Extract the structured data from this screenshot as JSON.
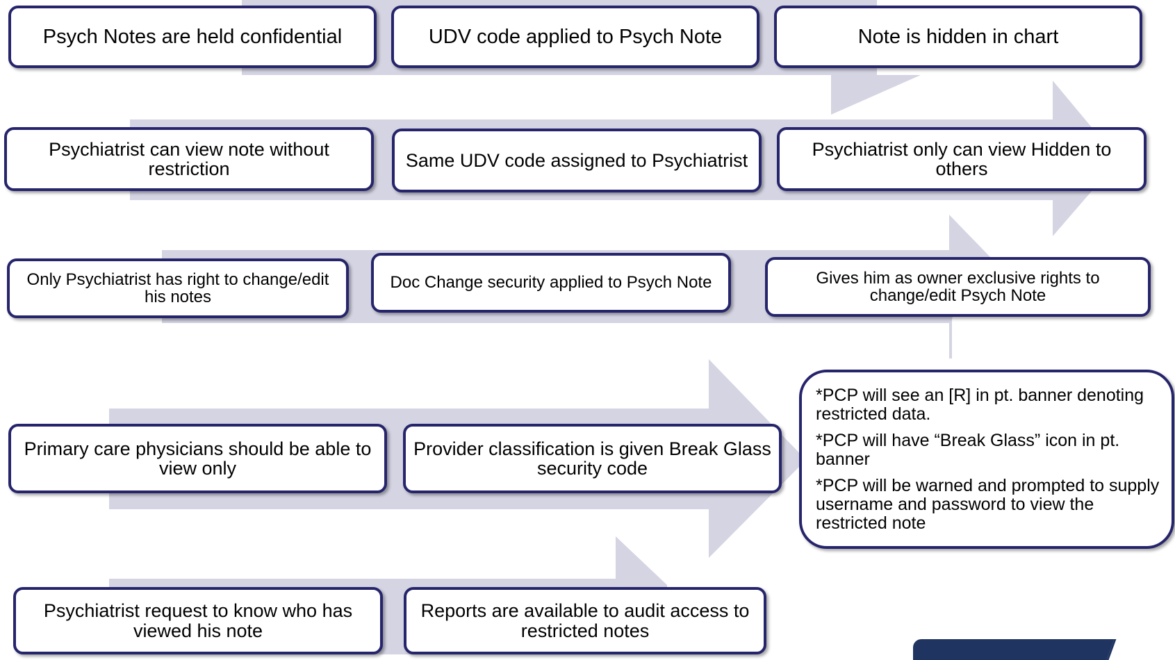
{
  "colors": {
    "arrow": "#d4d4e3",
    "box_border": "#26246b",
    "logo": "#1f3460"
  },
  "rows": [
    {
      "id": "confidentiality",
      "boxes": [
        "Psych Notes are held confidential",
        "UDV code applied to Psych Note",
        "Note is hidden in chart"
      ]
    },
    {
      "id": "viewing",
      "boxes": [
        "Psychiatrist can view note without restriction",
        "Same UDV code assigned to Psychiatrist",
        "Psychiatrist only can view  Hidden to others"
      ]
    },
    {
      "id": "editing",
      "boxes": [
        "Only Psychiatrist has right to change/edit his notes",
        "Doc Change security applied to Psych Note",
        "Gives him as owner  exclusive rights to change/edit Psych Note"
      ]
    },
    {
      "id": "pcp-access",
      "boxes": [
        "Primary care physicians should be able to view only",
        "Provider classification is  given Break Glass security code"
      ]
    },
    {
      "id": "audit",
      "boxes": [
        "Psychiatrist request to know who has viewed his note",
        "Reports are available to audit access to restricted notes"
      ]
    }
  ],
  "pcp_result": [
    "*PCP will see an [R] in pt. banner denoting restricted data.",
    " *PCP will have “Break Glass” icon in pt. banner",
    "*PCP will be warned and prompted to supply username and password to view the restricted note"
  ],
  "icons": {
    "logo": "logo-icon"
  }
}
